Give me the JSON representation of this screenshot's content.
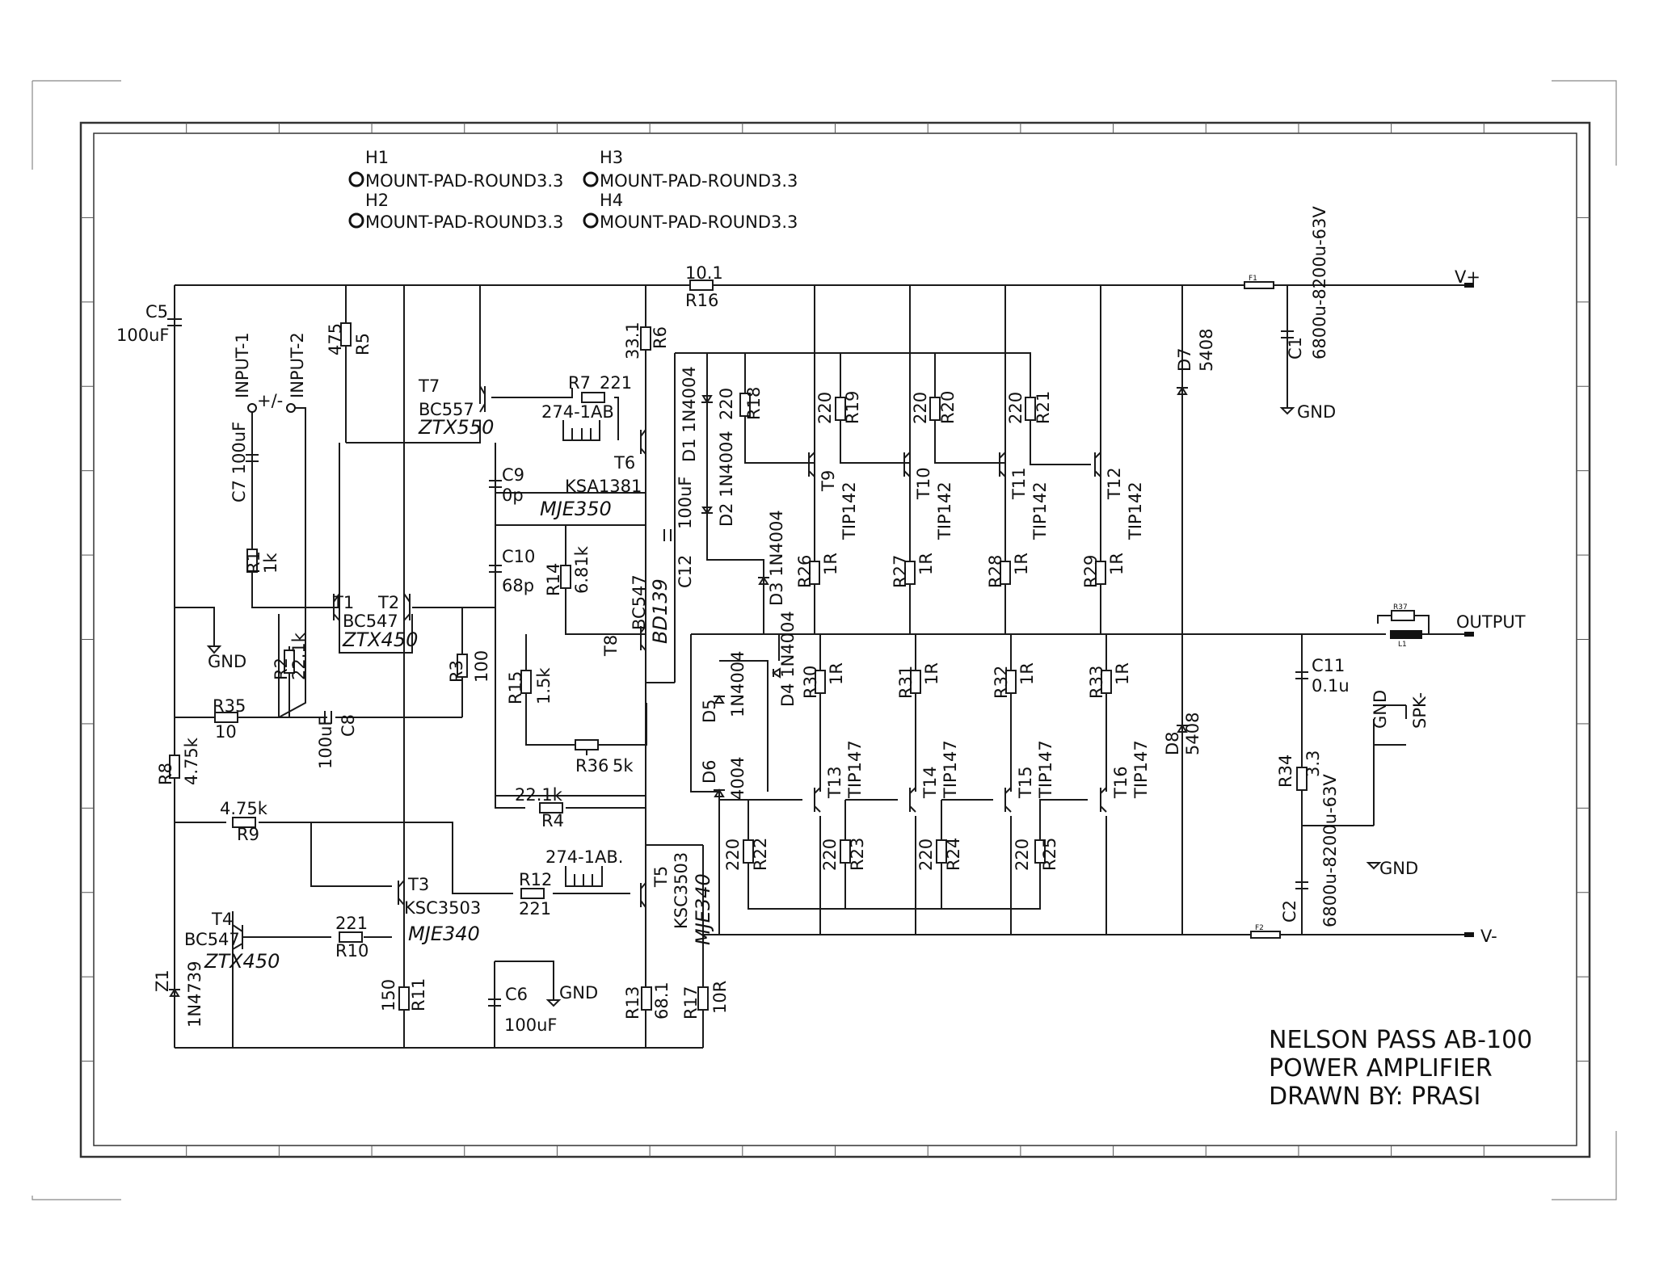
{
  "title_block": {
    "line1": "NELSON PASS AB-100",
    "line2": "POWER AMPLIFIER",
    "line3": "DRAWN BY: PRASI"
  },
  "rails": {
    "positive": "V+",
    "negative": "V-",
    "output": "OUTPUT",
    "gnd": "GND",
    "spk_minus": "SPK-",
    "plus_minus": "+/-"
  },
  "inputs": {
    "in1": "INPUT-1",
    "in2": "INPUT-2"
  },
  "mounting_pads": [
    {
      "ref": "H1",
      "value": "MOUNT-PAD-ROUND3.3"
    },
    {
      "ref": "H2",
      "value": "MOUNT-PAD-ROUND3.3"
    },
    {
      "ref": "H3",
      "value": "MOUNT-PAD-ROUND3.3"
    },
    {
      "ref": "H4",
      "value": "MOUNT-PAD-ROUND3.3"
    }
  ],
  "heatsinks": {
    "hs1": "274-1AB",
    "hs2": "274-1AB."
  },
  "components": {
    "C1": "6800u-8200u-63V",
    "C2": "6800u-8200u-63V",
    "C5": "100uF",
    "C6": "100uF",
    "C7": "100uF",
    "C8": "100uF",
    "C9": "0p",
    "C10": "68p",
    "C11": "0.1u",
    "C12": "100uF",
    "R1": "1k",
    "R2": "22.1k",
    "R3": "100",
    "R4": "22.1k",
    "R5": "475",
    "R6": "33.1",
    "R7": "221",
    "R8": "4.75k",
    "R9": "4.75k",
    "R10": "221",
    "R11": "150",
    "R12": "221",
    "R13": "68.1",
    "R14": "6.81k",
    "R15": "1.5k",
    "R16": "10.1",
    "R17": "10R",
    "R18": "220",
    "R19": "220",
    "R20": "220",
    "R21": "220",
    "R22": "220",
    "R23": "220",
    "R24": "220",
    "R25": "220",
    "R26": "1R",
    "R27": "1R",
    "R28": "1R",
    "R29": "1R",
    "R30": "1R",
    "R31": "1R",
    "R32": "1R",
    "R33": "1R",
    "R34": "3.3",
    "R35": "10",
    "R36": "5k",
    "R37": "",
    "T1": "BC547",
    "T2": "",
    "T3": "KSC3503",
    "T4": "BC547",
    "T5": "KSC3503",
    "T6": "KSA1381",
    "T7": "BC557",
    "T8": "BC547",
    "T9": "TIP142",
    "T10": "TIP142",
    "T11": "TIP142",
    "T12": "TIP142",
    "T13": "TIP147",
    "T14": "TIP147",
    "T15": "TIP147",
    "T16": "TIP147",
    "D1": "1N4004",
    "D2": "1N4004",
    "D3": "1N4004",
    "D4": "1N4004",
    "D5": "1N4004",
    "D6": "4004",
    "D7": "5408",
    "D8": "5408",
    "Z1": "1N4739",
    "F1": "F1",
    "F2": "F2",
    "L1": "L1"
  },
  "handwritten": {
    "t7": "ZTX550",
    "t6": "MJE350",
    "t1": "ZTX450",
    "t8": "BD139",
    "t3": "MJE340",
    "t4": "ZTX450",
    "t5": "MJE340"
  },
  "colors": {
    "ink": "#1a1a1a",
    "pencil": "#333333",
    "paper": "#ffffff"
  }
}
